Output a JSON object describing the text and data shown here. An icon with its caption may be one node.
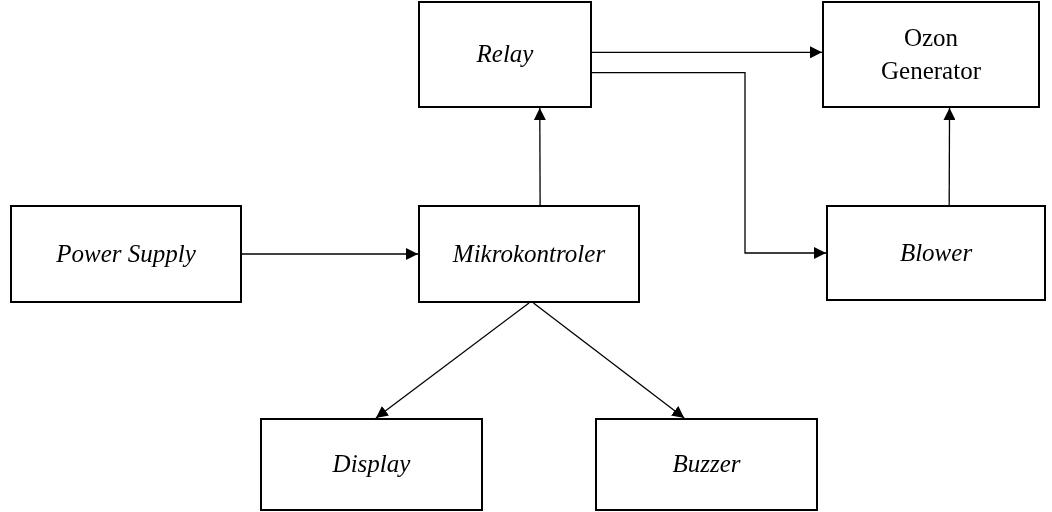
{
  "diagram": {
    "nodes": [
      {
        "text": [
          "Relay"
        ]
      },
      {
        "text": [
          "Ozon Generator"
        ]
      },
      {
        "text": [
          "Power Supply"
        ]
      },
      {
        "text": [
          "Mikrokontroler"
        ]
      },
      {
        "text": [
          "Blower"
        ]
      },
      {
        "text": [
          "Display"
        ]
      },
      {
        "text": [
          "Buzzer"
        ]
      }
    ],
    "edges": [
      {
        "from": 2,
        "to": 3,
        "arrow": "to"
      },
      {
        "from": 3,
        "to": 0,
        "arrow": "to"
      },
      {
        "from": 0,
        "to": 1,
        "arrow": "to"
      },
      {
        "from": 0,
        "to": 4,
        "arrow": "to"
      },
      {
        "from": 4,
        "to": 1,
        "arrow": "to"
      },
      {
        "from": 3,
        "to": 5,
        "arrow": "to"
      },
      {
        "from": 3,
        "to": 6,
        "arrow": "to"
      }
    ]
  }
}
